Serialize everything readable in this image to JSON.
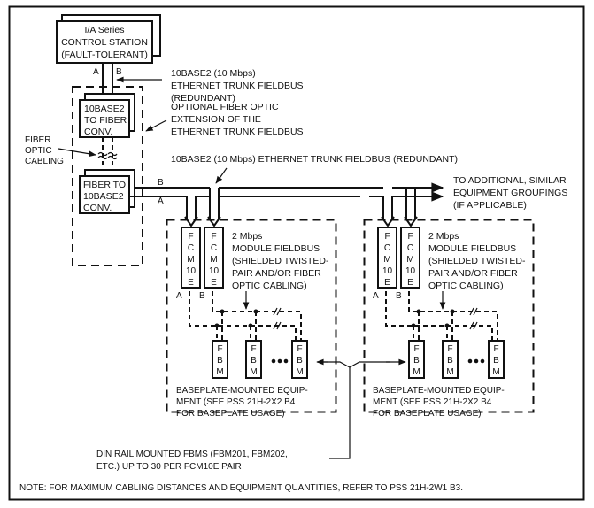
{
  "control_station": {
    "lines": [
      "I/A Series",
      "CONTROL STATION",
      "(FAULT-TOLERANT)"
    ]
  },
  "labels": {
    "a": "A",
    "b": "B"
  },
  "trunk_callout": {
    "lines": [
      "10BASE2 (10 Mbps)",
      "ETHERNET TRUNK FIELDBUS",
      "(REDUNDANT)"
    ]
  },
  "converter_top": {
    "lines": [
      "10BASE2",
      "TO FIBER",
      "CONV."
    ]
  },
  "fiber_extension_callout": {
    "lines": [
      "OPTIONAL FIBER OPTIC",
      "EXTENSION OF THE",
      "ETHERNET TRUNK FIELDBUS"
    ]
  },
  "fiber_cabling_callout": {
    "lines": [
      "FIBER",
      "OPTIC",
      "CABLING"
    ]
  },
  "converter_bottom": {
    "lines": [
      "FIBER TO",
      "10BASE2",
      "CONV."
    ]
  },
  "trunk_bus_callout": "10BASE2 (10 Mbps) ETHERNET TRUNK FIELDBUS (REDUNDANT)",
  "additional_callout": {
    "lines": [
      "TO ADDITIONAL, SIMILAR",
      "EQUIPMENT GROUPINGS",
      "(IF APPLICABLE)"
    ]
  },
  "fcm": {
    "letters": [
      "F",
      "C",
      "M",
      "10",
      "E"
    ]
  },
  "module_fieldbus": {
    "lines": [
      "2 Mbps",
      "MODULE FIELDBUS",
      "(SHIELDED TWISTED-",
      "PAIR AND/OR FIBER",
      "OPTIC CABLING)"
    ]
  },
  "fbm": {
    "letters": [
      "F",
      "B",
      "M"
    ]
  },
  "baseplate": {
    "lines": [
      "BASEPLATE-MOUNTED EQUIP-",
      "MENT (SEE PSS 21H-2X2 B4",
      "FOR BASEPLATE USAGE)"
    ]
  },
  "din_rail_callout": {
    "lines": [
      "DIN RAIL MOUNTED FBMS (FBM201, FBM202,",
      "ETC.) UP TO 30 PER FCM10E PAIR"
    ]
  },
  "note": "NOTE: FOR MAXIMUM CABLING DISTANCES AND EQUIPMENT QUANTITIES, REFER TO PSS 21H-2W1 B3.",
  "colors": {
    "line": "#111111",
    "background": "#ffffff"
  }
}
